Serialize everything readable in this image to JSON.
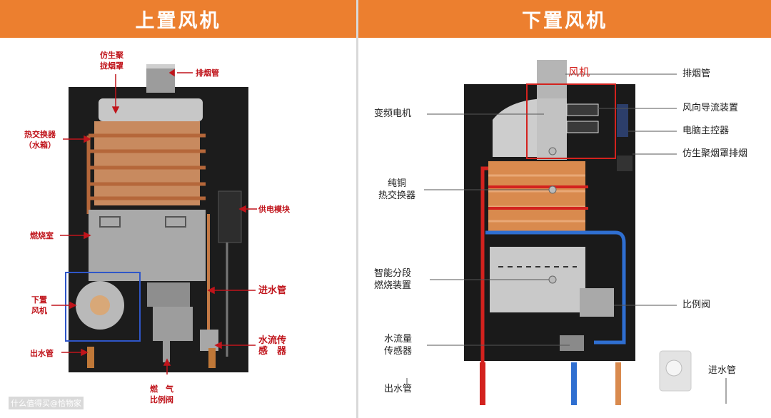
{
  "left": {
    "header": "上置风机",
    "labels": {
      "hood": "仿生聚\n拢烟罩",
      "exhaust": "排烟管",
      "heat_exchanger": "热交换器\n（水箱）",
      "power_module": "供电模块",
      "combustion": "燃烧室",
      "inlet": "进水管",
      "fan": "下置\n风机",
      "flow_sensor": "水流传\n感　器",
      "outlet": "出水管",
      "gas_valve": "燃　气\n比例阀"
    }
  },
  "right": {
    "header": "下置风机",
    "labels": {
      "fan_overlay": "风机",
      "exhaust": "排烟管",
      "wind_guide": "风向导流装置",
      "motor": "变频电机",
      "controller": "电脑主控器",
      "hood": "仿生聚烟罩排烟",
      "copper_hx": "纯铜\n热交换器",
      "burner": "智能分段\n燃烧装置",
      "valve": "比例阀",
      "flow_sensor": "水流量\n传感器",
      "inlet": "进水管",
      "outlet": "出水管"
    }
  },
  "watermark": "什么值得买@恰物家",
  "colors": {
    "header": "#ec7f2f",
    "label_red": "#c0141b",
    "pipe_red": "#d3221e",
    "pipe_blue": "#2f6fd1",
    "copper": "#d98a4e"
  }
}
